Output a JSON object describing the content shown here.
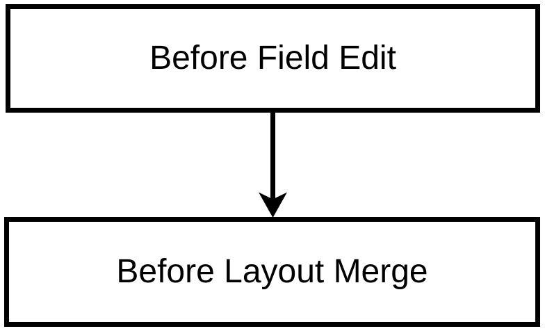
{
  "diagram": {
    "type": "flowchart",
    "background_color": "#ffffff",
    "node_border_color": "#000000",
    "node_fill_color": "#ffffff",
    "text_color": "#000000",
    "nodes": [
      {
        "id": "before-field-edit",
        "label": "Before Field Edit"
      },
      {
        "id": "before-layout-merge",
        "label": "Before Layout Merge"
      }
    ],
    "edges": [
      {
        "from": "before-field-edit",
        "to": "before-layout-merge",
        "direction": "down",
        "style": "solid",
        "arrowhead": "filled-barbed-triangle"
      }
    ]
  }
}
